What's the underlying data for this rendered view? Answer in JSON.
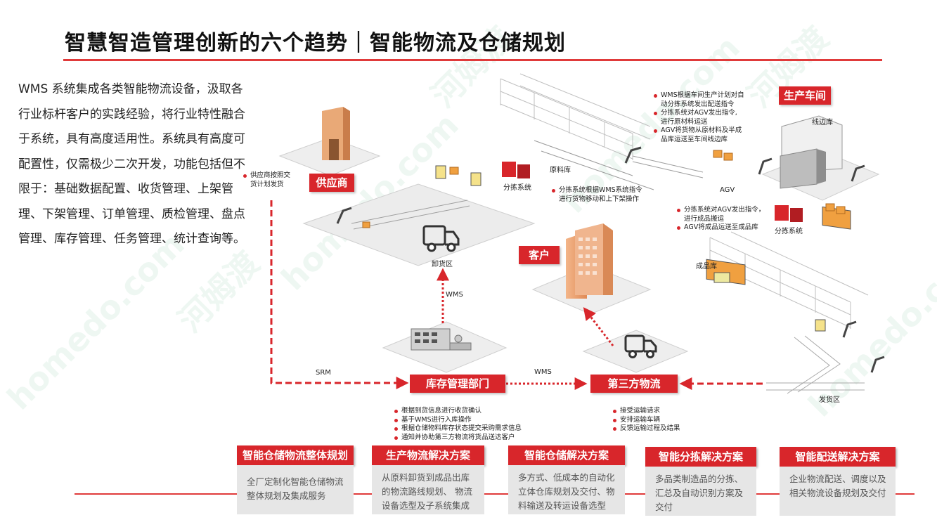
{
  "header": {
    "title": "智慧智造管理创新的六个趋势｜智能物流及仓储规划"
  },
  "intro": {
    "text": "WMS 系统集成各类智能物流设备，汲取各行业标杆客户的实践经验，将行业特性融合于系统，具有高度适用性。系统具有高度可配置性，仅需极少二次开发，功能包括但不限于：基础数据配置、收货管理、上架管理、下架管理、订单管理、质检管理、盘点管理、库存管理、任务管理、统计查询等。"
  },
  "nodes": {
    "supplier": "供应商",
    "production": "生产车间",
    "customer": "客户",
    "inventory_dept": "库存管理部门",
    "third_party": "第三方物流"
  },
  "labels": {
    "raw_store": "原料库",
    "line_store": "线边库",
    "agv": "AGV",
    "sorting_1": "分拣系统",
    "sorting_2": "分拣系统",
    "finished_store": "成品库",
    "unload_area": "卸货区",
    "ship_area": "发货区",
    "srm": "SRM",
    "wms_up": "WMS",
    "wms_mid": "WMS"
  },
  "notes": {
    "supplier": [
      "供应商按照交",
      "货计划发货"
    ],
    "production": [
      "WMS根据车间生产计划对自",
      "动分拣系统发出配送指令",
      "分拣系统对AGV发出指令,",
      "进行原材料运送",
      "AGV将货物从原材料及半成",
      "品库运送至车间线边库"
    ],
    "sorting_center": [
      "分拣系统根据WMS系统指令",
      "进行货物移动和上下架操作"
    ],
    "sorting_finish": [
      "分拣系统对AGV发出指令，",
      "进行成品搬运",
      "AGV将成品运送至成品库"
    ],
    "inventory": [
      "根据到货信息进行收货确认",
      "基于WMS进行入库操作",
      "根据仓储物料库存状态提交采购需求信息",
      "通知并协助第三方物流将货品送达客户"
    ],
    "third_party": [
      "接受运输请求",
      "安排运输车辆",
      "反馈运输过程及结果"
    ]
  },
  "cards": [
    {
      "title": "智能仓储物流整体规划",
      "body": "全厂定制化智能仓储物流整体规划及集成服务"
    },
    {
      "title": "生产物流解决方案",
      "body": "从原料卸货到成品出库的物流路线规划、 物流设备选型及子系统集成"
    },
    {
      "title": "智能仓储解决方案",
      "body": "多方式、低成本的自动化立体仓库规划及交付、物料输送及转运设备选型"
    },
    {
      "title": "智能分拣解决方案",
      "body": "多品类制造品的分拣、汇总及自动识别方案及交付"
    },
    {
      "title": "智能配送解决方案",
      "body": "企业物流配送、调度以及相关物流设备规划及交付"
    }
  ],
  "watermark": {
    "text_1": "homedo.com",
    "text_2": "河姆渡"
  },
  "colors": {
    "accent": "#d8262b",
    "rule": "#e03a3a",
    "card_body": "#e6e6e6"
  }
}
